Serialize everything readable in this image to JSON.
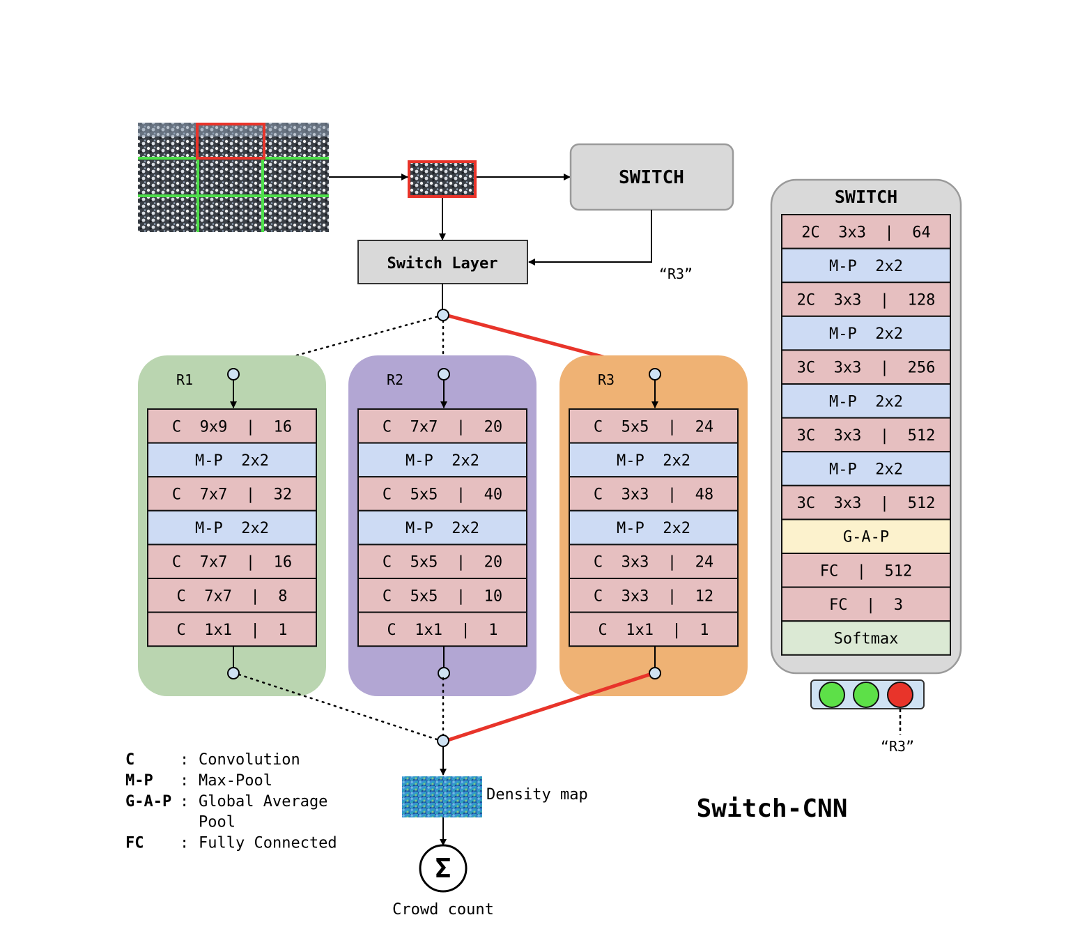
{
  "diagram": {
    "title": "Switch-CNN",
    "switch_box_label": "SWITCH",
    "switch_layer_label": "Switch Layer",
    "switch_output_quote": "“R3”",
    "density_map_label": "Density map",
    "sum_symbol": "Σ",
    "crowd_count_label": "Crowd count",
    "columns": [
      {
        "name": "R1",
        "color": "#bad5b0",
        "layers": [
          {
            "text": "C 9x9 | 16",
            "kind": "conv"
          },
          {
            "text": "M-P 2x2",
            "kind": "pool"
          },
          {
            "text": "C 7x7 | 32",
            "kind": "conv"
          },
          {
            "text": "M-P 2x2",
            "kind": "pool"
          },
          {
            "text": "C 7x7 | 16",
            "kind": "conv"
          },
          {
            "text": "C 7x7 | 8",
            "kind": "conv"
          },
          {
            "text": "C 1x1 | 1",
            "kind": "conv"
          }
        ]
      },
      {
        "name": "R2",
        "color": "#b2a6d3",
        "layers": [
          {
            "text": "C 7x7 | 20",
            "kind": "conv"
          },
          {
            "text": "M-P 2x2",
            "kind": "pool"
          },
          {
            "text": "C 5x5 | 40",
            "kind": "conv"
          },
          {
            "text": "M-P 2x2",
            "kind": "pool"
          },
          {
            "text": "C 5x5 | 20",
            "kind": "conv"
          },
          {
            "text": "C 5x5 | 10",
            "kind": "conv"
          },
          {
            "text": "C 1x1 | 1",
            "kind": "conv"
          }
        ]
      },
      {
        "name": "R3",
        "color": "#efb274",
        "layers": [
          {
            "text": "C 5x5 | 24",
            "kind": "conv"
          },
          {
            "text": "M-P 2x2",
            "kind": "pool"
          },
          {
            "text": "C 3x3 | 48",
            "kind": "conv"
          },
          {
            "text": "M-P 2x2",
            "kind": "pool"
          },
          {
            "text": "C 3x3 | 24",
            "kind": "conv"
          },
          {
            "text": "C 3x3 | 12",
            "kind": "conv"
          },
          {
            "text": "C 1x1 | 1",
            "kind": "conv"
          }
        ]
      }
    ],
    "switch_classifier": {
      "title": "SWITCH",
      "layers": [
        {
          "text": "2C 3x3 | 64",
          "kind": "conv"
        },
        {
          "text": "M-P 2x2",
          "kind": "pool"
        },
        {
          "text": "2C 3x3 | 128",
          "kind": "conv"
        },
        {
          "text": "M-P 2x2",
          "kind": "pool"
        },
        {
          "text": "3C 3x3 | 256",
          "kind": "conv"
        },
        {
          "text": "M-P 2x2",
          "kind": "pool"
        },
        {
          "text": "3C 3x3 | 512",
          "kind": "conv"
        },
        {
          "text": "M-P 2x2",
          "kind": "pool"
        },
        {
          "text": "3C 3x3 | 512",
          "kind": "conv"
        },
        {
          "text": "G-A-P",
          "kind": "gap"
        },
        {
          "text": "FC | 512",
          "kind": "conv"
        },
        {
          "text": "FC | 3",
          "kind": "conv"
        },
        {
          "text": "Softmax",
          "kind": "softmax"
        }
      ],
      "lights": [
        "#5de048",
        "#5de048",
        "#e8342a"
      ],
      "output_quote": "“R3”"
    },
    "legend": [
      {
        "key": "C",
        "sep": ":",
        "lines": [
          "Convolution"
        ]
      },
      {
        "key": "M-P",
        "sep": ":",
        "lines": [
          "Max-Pool"
        ]
      },
      {
        "key": "G-A-P",
        "sep": ":",
        "lines": [
          "Global Average",
          "Pool"
        ]
      },
      {
        "key": "FC",
        "sep": ":",
        "lines": [
          "Fully Connected"
        ]
      }
    ],
    "colors": {
      "conv": "#e6bfc0",
      "pool": "#cddbf4",
      "gap": "#fcf2cd",
      "softmax": "#dbe9d4",
      "selected_path": "#e8342a",
      "node_fill": "#cfe2f3",
      "switch_box": "#d9d9d9"
    }
  }
}
